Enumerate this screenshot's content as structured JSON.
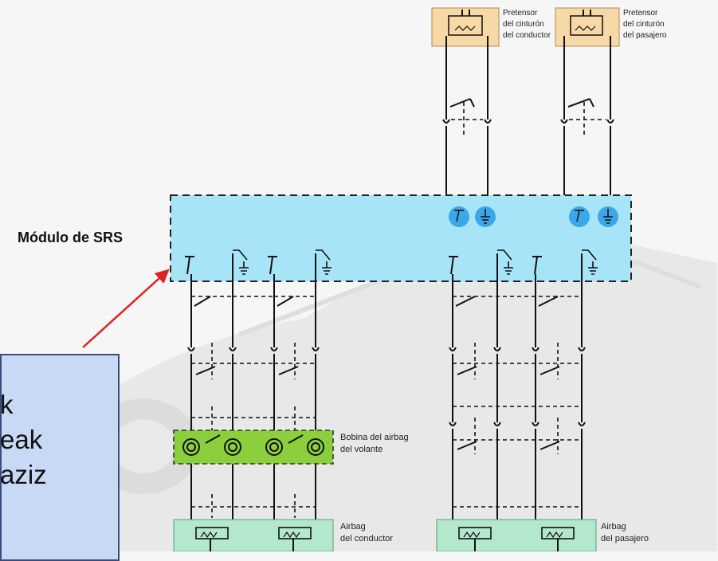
{
  "module": {
    "label": "Módulo de SRS",
    "fill": "#a8e4f8"
  },
  "pretensioners": [
    {
      "line1": "Pretensor",
      "line2": "del cinturón",
      "line3": "del conductor"
    },
    {
      "line1": "Pretensor",
      "line2": "del cinturón",
      "line3": "del pasajero"
    }
  ],
  "steering_coil": {
    "line1": "Bobina del airbag",
    "line2": "del volante",
    "fill": "#8ccf3c"
  },
  "airbags": [
    {
      "line1": "Airbag",
      "line2": "del conductor"
    },
    {
      "line1": "Airbag",
      "line2": "del pasajero"
    }
  ],
  "callout": {
    "lines": [
      "k",
      "eak",
      "aziz"
    ],
    "fill": "#c7d9f4",
    "arrow_color": "#e02020"
  },
  "colors": {
    "pretensioner_fill": "#f7d9a8",
    "airbag_fill": "#b4e8cc",
    "circle_fill": "#3aa8e8"
  }
}
